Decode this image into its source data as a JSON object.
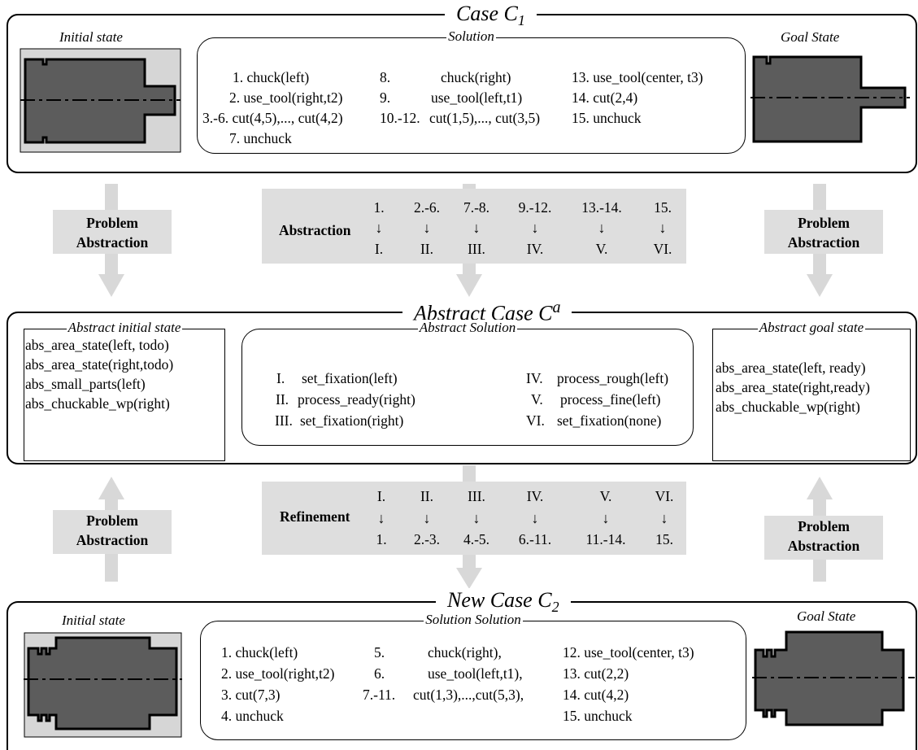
{
  "case1": {
    "title": "Case C",
    "subscript": "1",
    "initial_label": "Initial state",
    "goal_label": "Goal State",
    "solution_title": "Solution",
    "steps_col1": [
      "1. chuck(left)",
      "2. use_tool(right,t2)",
      "3.-6. cut(4,5),..., cut(4,2)",
      "7. unchuck"
    ],
    "steps_col2": [
      {
        "num": "8.",
        "text": "chuck(right)"
      },
      {
        "num": "9.",
        "text": "use_tool(left,t1)"
      },
      {
        "num": "10.-12.",
        "text": "cut(1,5),..., cut(3,5)"
      }
    ],
    "steps_col3": [
      "13. use_tool(center, t3)",
      "14. cut(2,4)",
      "15. unchuck"
    ]
  },
  "abstraction": {
    "label": "Abstraction",
    "from": [
      "1.",
      "2.-6.",
      "7.-8.",
      "9.-12.",
      "13.-14.",
      "15."
    ],
    "to": [
      "I.",
      "II.",
      "III.",
      "IV.",
      "V.",
      "VI."
    ]
  },
  "problem_abstraction": {
    "line1": "Problem",
    "line2": "Abstraction"
  },
  "abstract_case": {
    "title": "Abstract Case C",
    "superscript": "a",
    "initial_title": "Abstract initial state",
    "initial_facts": [
      "abs_area_state(left, todo)",
      "abs_area_state(right,todo)",
      "abs_small_parts(left)",
      "abs_chuckable_wp(right)"
    ],
    "solution_title": "Abstract Solution",
    "solution_col1": [
      {
        "num": "I.",
        "text": "set_fixation(left)"
      },
      {
        "num": "II.",
        "text": "process_ready(right)"
      },
      {
        "num": "III.",
        "text": "set_fixation(right)"
      }
    ],
    "solution_col2": [
      {
        "num": "IV.",
        "text": "process_rough(left)"
      },
      {
        "num": "V.",
        "text": "process_fine(left)"
      },
      {
        "num": "VI.",
        "text": "set_fixation(none)"
      }
    ],
    "goal_title": "Abstract goal state",
    "goal_facts": [
      "abs_area_state(left, ready)",
      "abs_area_state(right,ready)",
      "abs_chuckable_wp(right)"
    ]
  },
  "refinement": {
    "label": "Refinement",
    "from": [
      "I.",
      "II.",
      "III.",
      "IV.",
      "V.",
      "VI."
    ],
    "to": [
      "1.",
      "2.-3.",
      "4.-5.",
      "6.-11.",
      "11.-14.",
      "15."
    ]
  },
  "case2": {
    "title": "New Case C",
    "subscript": "2",
    "initial_label": "Initial state",
    "goal_label": "Goal State",
    "solution_title": "Solution Solution",
    "steps_col1": [
      "1. chuck(left)",
      "2. use_tool(right,t2)",
      "3. cut(7,3)",
      "4. unchuck"
    ],
    "steps_col2": [
      {
        "num": "5.",
        "text": "chuck(right),"
      },
      {
        "num": "6.",
        "text": "use_tool(left,t1),"
      },
      {
        "num": "7.-11.",
        "text": "cut(1,3),...,cut(5,3),"
      }
    ],
    "steps_col3": [
      "12. use_tool(center, t3)",
      "13. cut(2,2)",
      "14. cut(4,2)",
      "15. unchuck"
    ]
  },
  "colors": {
    "workpiece": "#5c5c5c",
    "stock": "#d6d6d6",
    "arrow": "#d8d8d8",
    "panel": "#dedede"
  }
}
